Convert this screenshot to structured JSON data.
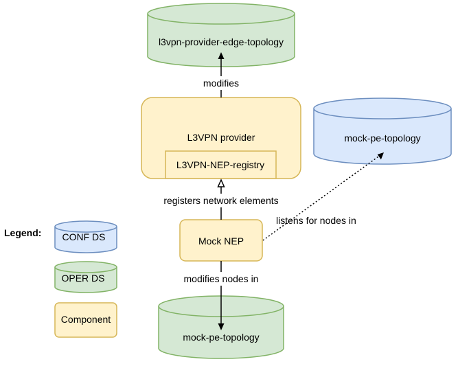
{
  "colors": {
    "conf_fill": "#dae8fc",
    "conf_stroke": "#6c8ebf",
    "oper_fill": "#d5e8d4",
    "oper_stroke": "#82b366",
    "component_fill": "#fff2cc",
    "component_stroke": "#d6b656",
    "line": "#000000"
  },
  "datastores": {
    "top_oper": "l3vpn-provider-edge-topology",
    "conf_mock": "mock-pe-topology",
    "bottom_oper": "mock-pe-topology"
  },
  "components": {
    "l3vpn_provider": "L3VPN provider",
    "nep_registry": "L3VPN-NEP-registry",
    "mock_nep": "Mock NEP"
  },
  "edges": {
    "modifies": "modifies",
    "registers": "registers network elements",
    "listens": "listens for nodes in",
    "modifies_nodes": "modifies nodes in"
  },
  "legend": {
    "title": "Legend:",
    "conf": "CONF DS",
    "oper": "OPER DS",
    "component": "Component"
  }
}
